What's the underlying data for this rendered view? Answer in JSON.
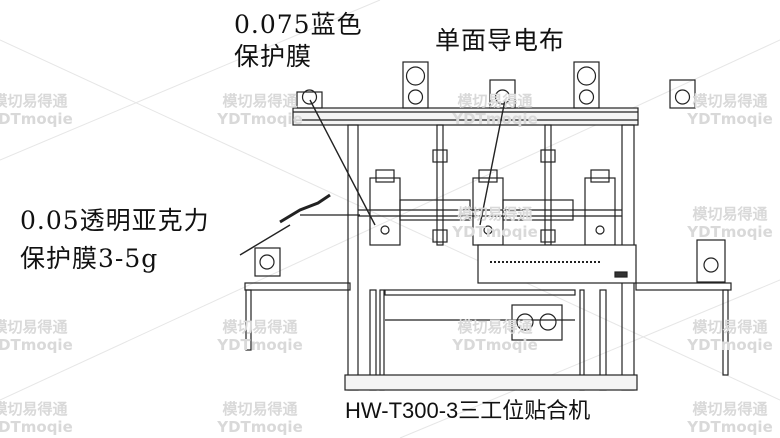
{
  "labels": {
    "blue_film_line1": "0.075蓝色",
    "blue_film_line2": "保护膜",
    "conductive_cloth": "单面导电布",
    "acrylic_film_line1": "0.05透明亚克力",
    "acrylic_film_line2": "保护膜3-5g"
  },
  "machine_title": "HW-T300-3三工位贴合机",
  "watermark": {
    "line1": "模切易得通",
    "line2": "YDTmoqie"
  }
}
